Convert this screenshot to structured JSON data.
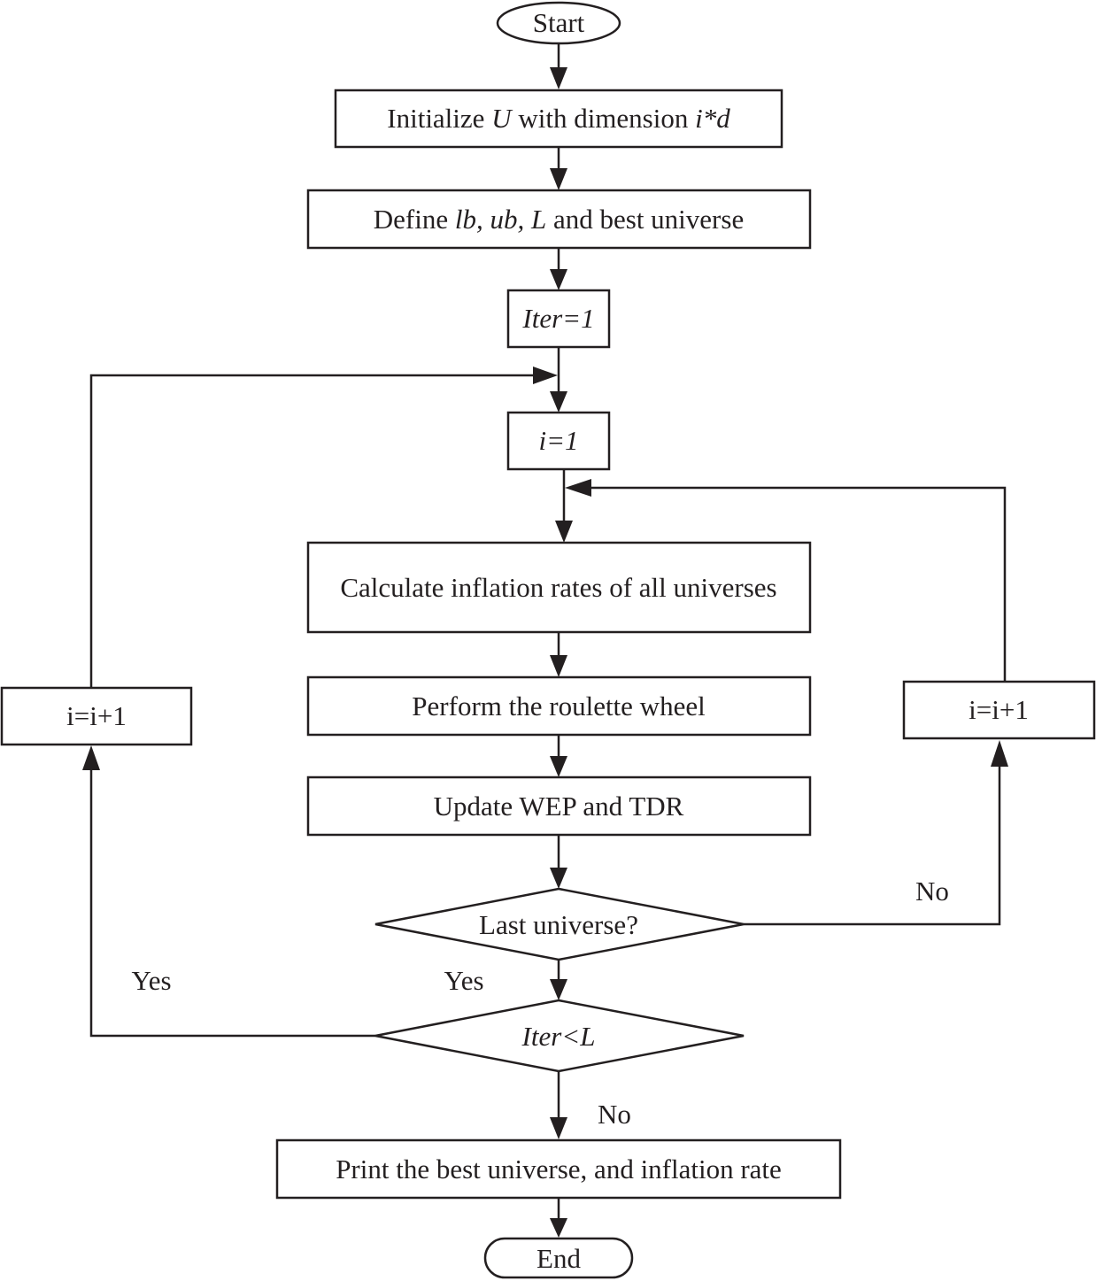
{
  "nodes": {
    "start": "Start",
    "init_pre": "Initialize ",
    "init_var": "U",
    "init_mid": " with dimension ",
    "init_dim": "i*d",
    "define_pre": "Define ",
    "define_vars": "lb, ub, L",
    "define_post": " and best universe",
    "iter_init": "Iter=1",
    "i_init": "i=1",
    "calc": "Calculate inflation rates of all universes",
    "roulette": "Perform the roulette wheel",
    "update": "Update WEP and TDR",
    "last_universe": "Last universe?",
    "iter_check": "Iter<L",
    "increment_left": "i=i+1",
    "increment_right": "i=i+1",
    "print": "Print the best universe, and inflation rate",
    "end": "End"
  },
  "edge_labels": {
    "last_universe_no": "No",
    "last_universe_yes": "Yes",
    "iter_check_yes": "Yes",
    "iter_check_no": "No"
  }
}
